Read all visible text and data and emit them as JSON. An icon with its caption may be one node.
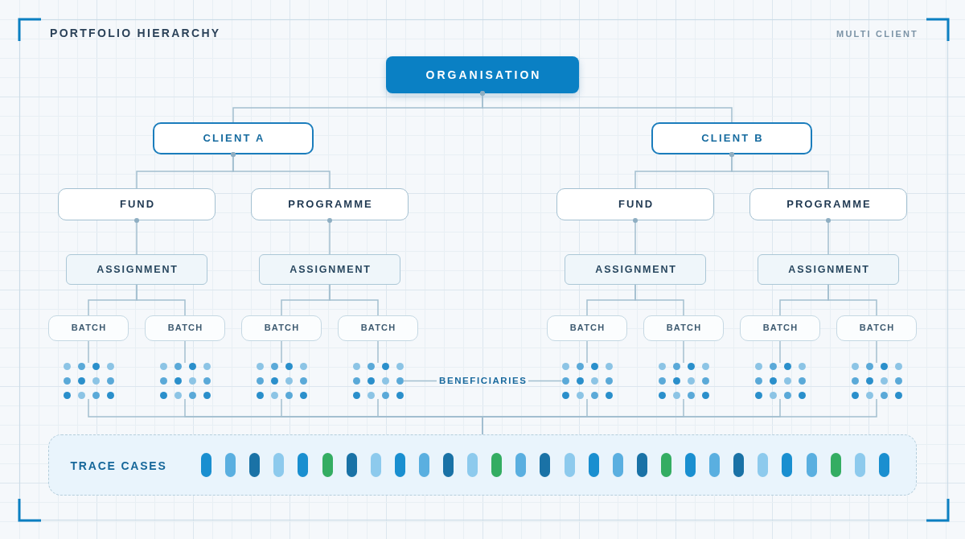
{
  "diagram": {
    "title": "PORTFOLIO HIERARCHY",
    "nodes": [
      {
        "text": [
          "ORGANISATION"
        ]
      },
      {
        "text": [
          "CLIENT A"
        ]
      },
      {
        "text": [
          "CLIENT B"
        ]
      },
      {
        "text": [
          "FUND"
        ]
      },
      {
        "text": [
          "PROGRAMME"
        ]
      },
      {
        "text": [
          "FUND"
        ]
      },
      {
        "text": [
          "PROGRAMME"
        ]
      },
      {
        "text": [
          "ASSIGNMENT"
        ]
      },
      {
        "text": [
          "ASSIGNMENT"
        ]
      },
      {
        "text": [
          "ASSIGNMENT"
        ]
      },
      {
        "text": [
          "ASSIGNMENT"
        ]
      },
      {
        "text": [
          "BATCH"
        ]
      },
      {
        "text": [
          "BATCH"
        ]
      },
      {
        "text": [
          "BATCH"
        ]
      },
      {
        "text": [
          "BATCH"
        ]
      },
      {
        "text": [
          "BATCH"
        ]
      },
      {
        "text": [
          "BATCH"
        ]
      },
      {
        "text": [
          "BATCH"
        ]
      },
      {
        "text": [
          "BATCH"
        ]
      },
      {
        "text": [],
        "shape": "dots"
      },
      {
        "text": [],
        "shape": "dots"
      },
      {
        "text": [],
        "shape": "dots"
      },
      {
        "text": [],
        "shape": "dots"
      },
      {
        "text": [
          "BENEFICIARIES"
        ]
      },
      {
        "text": [],
        "shape": "dots"
      },
      {
        "text": [],
        "shape": "dots"
      },
      {
        "text": [],
        "shape": "dots"
      },
      {
        "text": [],
        "shape": "dots"
      },
      {
        "text": [
          "TRACE CASES"
        ]
      }
    ],
    "edges": [
      {
        "from": 0,
        "to": 1,
        "arrow": "other"
      },
      {
        "from": 0,
        "to": 2,
        "arrow": "other"
      },
      {
        "from": 1,
        "to": 3,
        "arrow": "other"
      },
      {
        "from": 1,
        "to": 4,
        "arrow": "other"
      },
      {
        "from": 2,
        "to": 5,
        "arrow": "other"
      },
      {
        "from": 2,
        "to": 6,
        "arrow": "other"
      },
      {
        "from": 3,
        "to": 7,
        "arrow": "other"
      },
      {
        "from": 4,
        "to": 8,
        "arrow": "other"
      },
      {
        "from": 5,
        "to": 9,
        "arrow": "other"
      },
      {
        "from": 6,
        "to": 10,
        "arrow": "other"
      },
      {
        "from": 7,
        "to": 11,
        "arrow": "none"
      },
      {
        "from": 7,
        "to": 12,
        "arrow": "none"
      },
      {
        "from": 8,
        "to": 13,
        "arrow": "none"
      },
      {
        "from": 8,
        "to": 14,
        "arrow": "none"
      },
      {
        "from": 9,
        "to": 15,
        "arrow": "none"
      },
      {
        "from": 9,
        "to": 16,
        "arrow": "none"
      },
      {
        "from": 10,
        "to": 17,
        "arrow": "none"
      },
      {
        "from": 10,
        "to": 18,
        "arrow": "none"
      },
      {
        "from": 11,
        "to": 19,
        "arrow": "none"
      },
      {
        "from": 12,
        "to": 20,
        "arrow": "none"
      },
      {
        "from": 13,
        "to": 21,
        "arrow": "none"
      },
      {
        "from": 14,
        "to": 22,
        "arrow": "none"
      },
      {
        "from": 15,
        "to": 24,
        "arrow": "none"
      },
      {
        "from": 16,
        "to": 25,
        "arrow": "none"
      },
      {
        "from": 17,
        "to": 26,
        "arrow": "none"
      },
      {
        "from": 18,
        "to": 27,
        "arrow": "none"
      },
      {
        "from": 19,
        "to": 28,
        "arrow": "none"
      },
      {
        "from": 20,
        "to": 28,
        "arrow": "none"
      },
      {
        "from": 21,
        "to": 28,
        "arrow": "none"
      },
      {
        "from": 22,
        "to": 28,
        "arrow": "none"
      },
      {
        "from": 24,
        "to": 28,
        "arrow": "none"
      },
      {
        "from": 25,
        "to": 28,
        "arrow": "none"
      },
      {
        "from": 26,
        "to": 28,
        "arrow": "none"
      },
      {
        "from": 27,
        "to": 28,
        "arrow": "none"
      },
      {
        "from": 23,
        "to": 22,
        "arrow": "none"
      },
      {
        "from": 23,
        "to": 24,
        "arrow": "none"
      }
    ],
    "labels": [
      "MULTI CLIENT"
    ]
  }
}
